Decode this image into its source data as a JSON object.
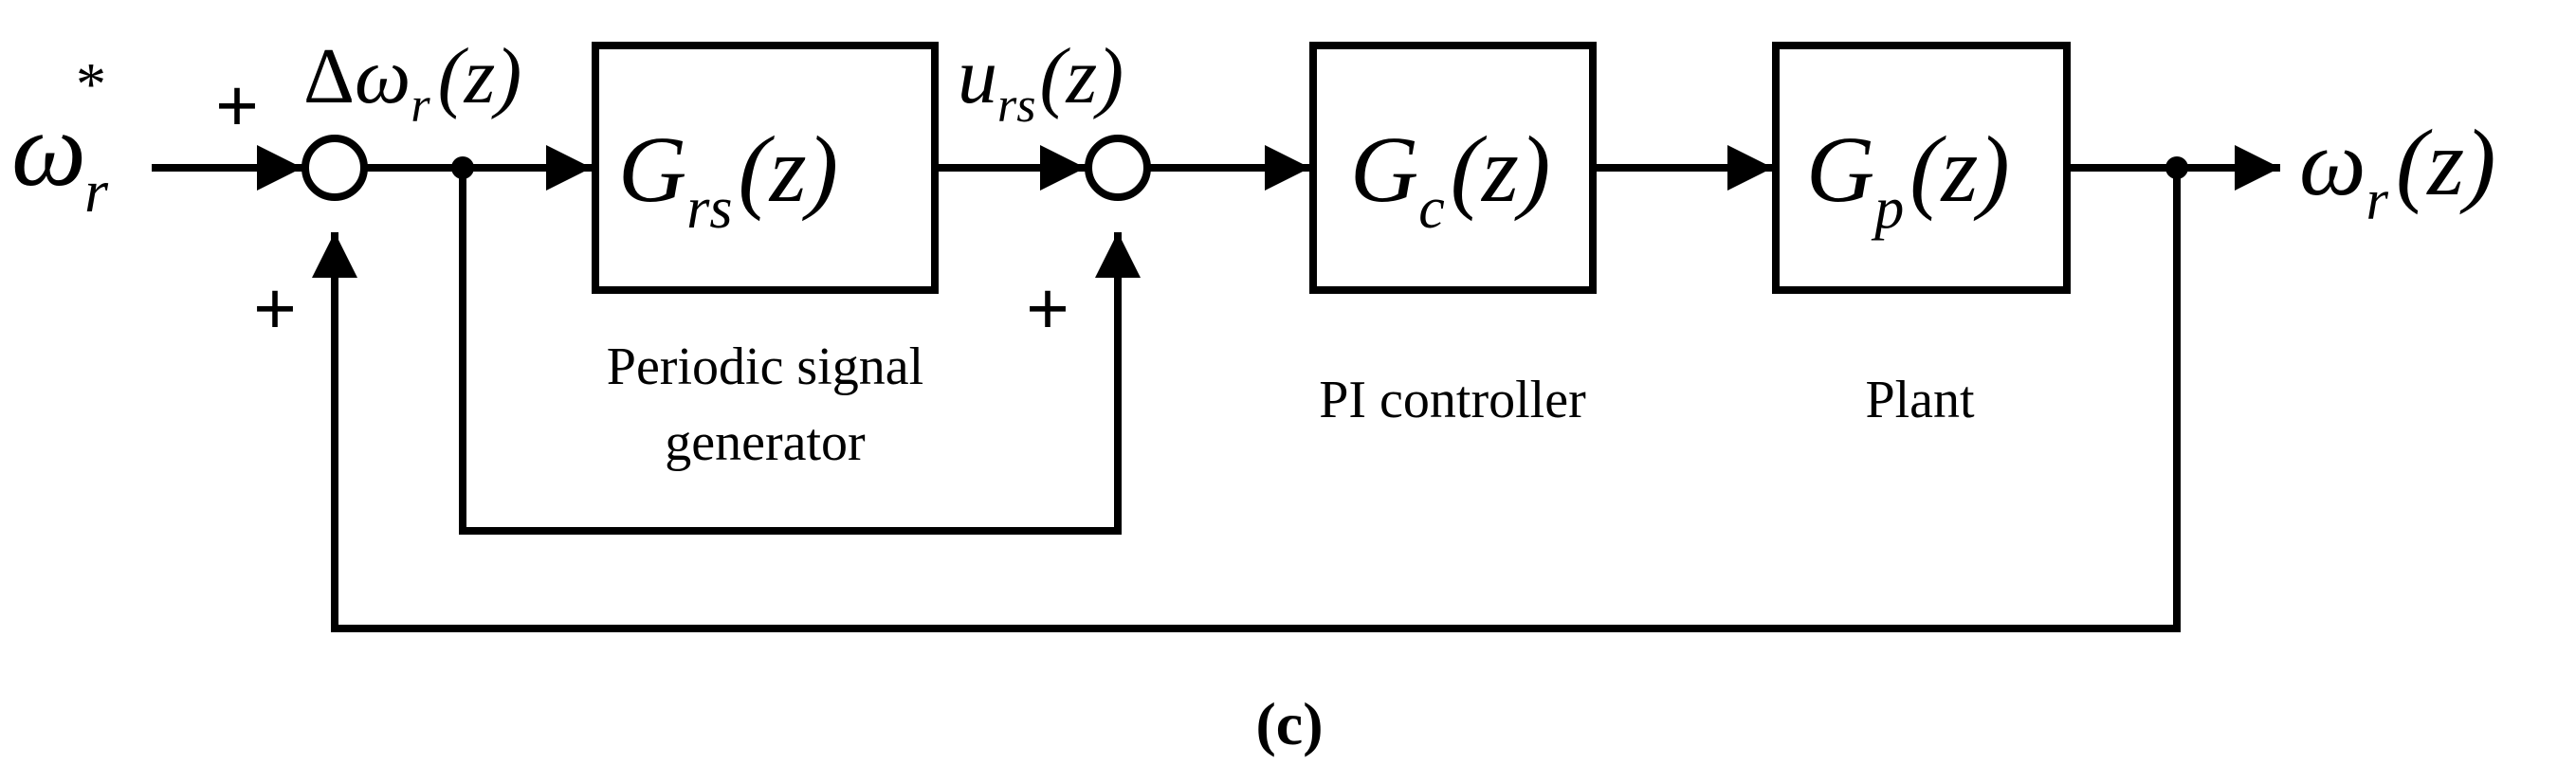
{
  "signals": {
    "reference_base": "ω",
    "reference_sub": "r",
    "reference_sup": "*",
    "error_delta": "Δ",
    "error_base": "ω",
    "error_sub": "r",
    "error_arg": "(z)",
    "control_base": "u",
    "control_sub": "rs",
    "control_arg": "(z)",
    "output_base": "ω",
    "output_sub": "r",
    "output_arg": "(z)"
  },
  "blocks": {
    "psg_base": "G",
    "psg_sub": "rs",
    "psg_arg": "(z)",
    "psg_caption_line1": "Periodic signal",
    "psg_caption_line2": "generator",
    "pi_base": "G",
    "pi_sub": "c",
    "pi_arg": "(z)",
    "pi_caption": "PI controller",
    "plant_base": "G",
    "plant_sub": "p",
    "plant_arg": "(z)",
    "plant_caption": "Plant"
  },
  "signs": {
    "sum1_top": "+",
    "sum1_bottom": "+",
    "sum2_bottom": "+"
  },
  "caption": "(c)"
}
